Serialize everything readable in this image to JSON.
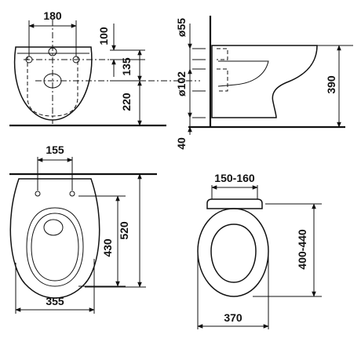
{
  "dimensions": {
    "front_bolt_spacing": "180",
    "front_rim_to_bolts": "100",
    "front_bolts_to_outlet": "135",
    "front_outlet_to_floor": "220",
    "side_bolt_diameter": "ø55",
    "side_outlet_diameter": "ø102",
    "side_floor_offset": "40",
    "side_height": "390",
    "top_bolt_spacing": "155",
    "top_bowl_length": "520",
    "top_inner_length": "430",
    "top_width": "355",
    "seat_hinge_spacing": "150-160",
    "seat_length": "400-440",
    "seat_width": "370"
  },
  "colors": {
    "line": "#111111",
    "background": "#ffffff"
  }
}
